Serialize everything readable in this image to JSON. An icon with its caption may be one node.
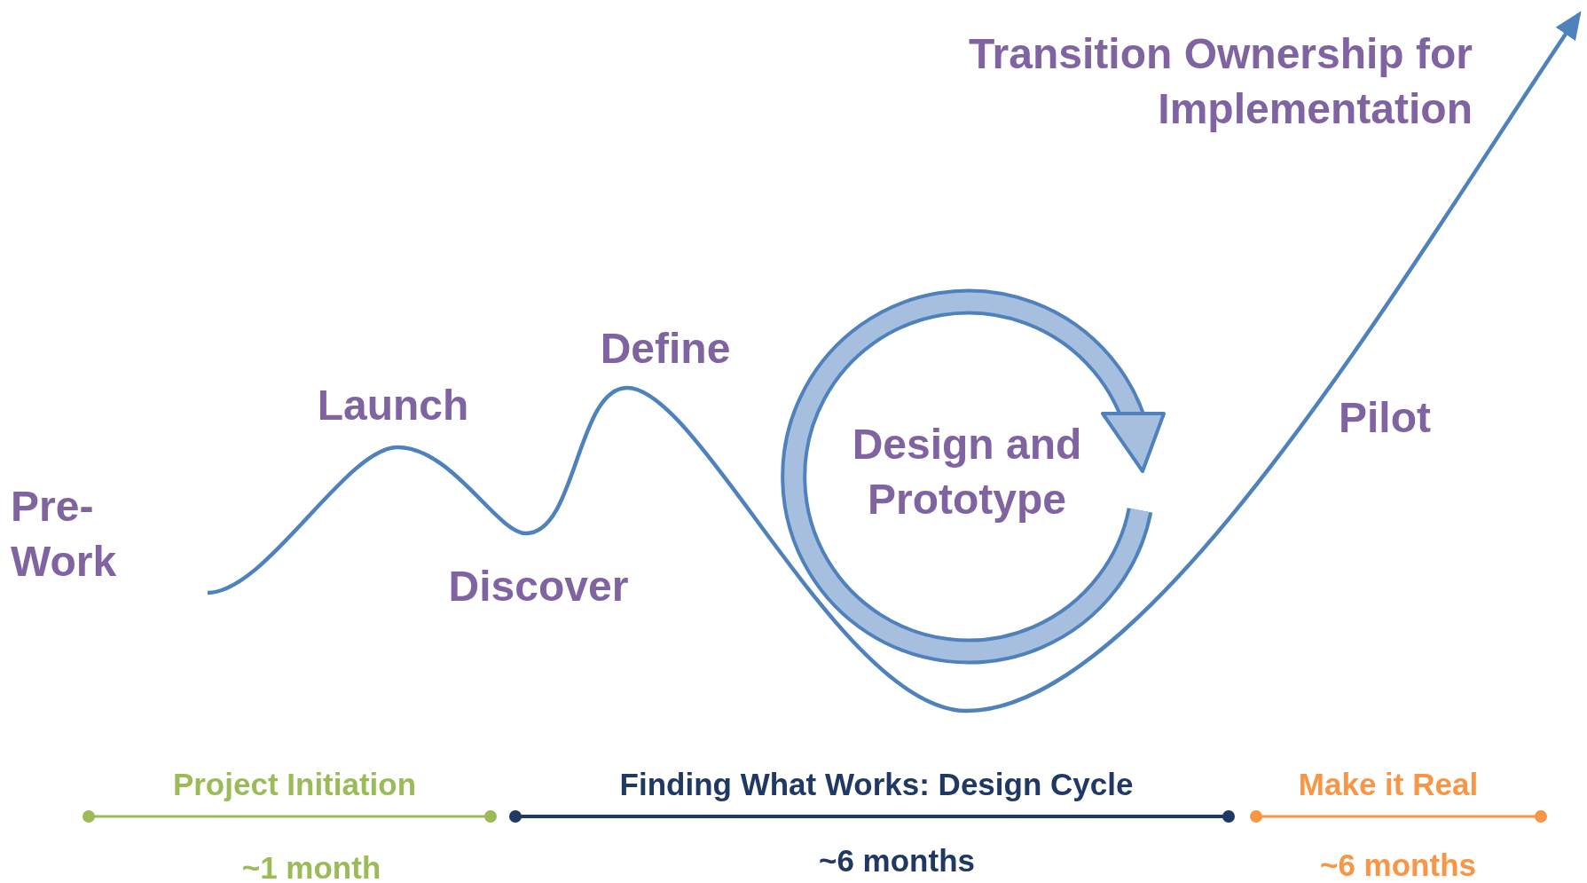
{
  "diagram": {
    "labels": [
      "Transition Ownership for Implementation",
      "Define",
      "Launch",
      "Pilot",
      "Design and Prototype",
      "Pre-Work",
      "Discover",
      "Project Initiation",
      "Finding What Works: Design Cycle",
      "Make it Real",
      "~1 month",
      "~6 months",
      "~6 months"
    ]
  }
}
